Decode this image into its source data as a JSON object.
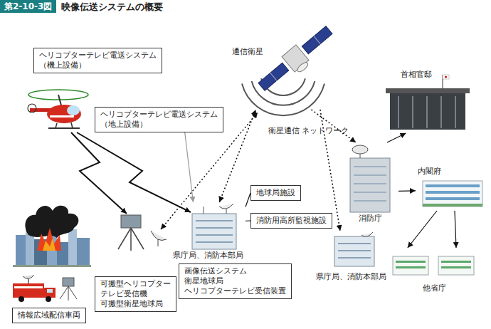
{
  "diagram": {
    "title": "映像伝送システムの概要",
    "nodes": [
      {
        "text": [
          "ヘリコプターテレビ電送システム （機上設備）"
        ]
      },
      {
        "text": [
          "通信衛星"
        ]
      },
      {
        "text": [
          "首相官邸"
        ]
      },
      {
        "text": [
          "ヘリコプターテレビ電送システム （地上設備）"
        ]
      },
      {
        "text": [
          "消防庁"
        ]
      },
      {
        "text": [
          "内閣府"
        ]
      },
      {
        "text": [
          "地球局施設"
        ]
      },
      {
        "text": [
          "消防用高所監視施設"
        ]
      },
      {
        "text": [
          "県庁局、消防本部局"
        ]
      },
      {
        "text": [
          "県庁局、消防本部局"
        ]
      },
      {
        "text": [
          "他省庁"
        ]
      },
      {
        "text": [
          "画像伝送システム 衛星地球局 ヘリコプターテレビ受信装置"
        ]
      },
      {
        "text": [
          "可搬型ヘリコプター テレビ受信機 可搬型衛星地球局"
        ]
      },
      {
        "text": [
          "情報広域配信車両"
        ]
      }
    ],
    "edges": [
      {
        "from": 8,
        "to": 1,
        "arrow": "both"
      },
      {
        "from": 1,
        "to": 4,
        "arrow": "to"
      },
      {
        "from": 1,
        "to": 9,
        "arrow": "to"
      },
      {
        "from": 4,
        "to": 2,
        "arrow": "to"
      },
      {
        "from": 4,
        "to": 5,
        "arrow": "to"
      },
      {
        "from": 5,
        "to": 10,
        "arrow": "to"
      },
      {
        "from": 5,
        "to": 10,
        "arrow": "to"
      },
      {
        "from": 3,
        "to": 8,
        "arrow": "to"
      },
      {
        "from": 6,
        "to": 8,
        "arrow": "none"
      },
      {
        "from": 7,
        "to": 8,
        "arrow": "none"
      }
    ],
    "labels": [
      "第2-10-3図",
      "衛星通信 ネットワーク"
    ]
  }
}
